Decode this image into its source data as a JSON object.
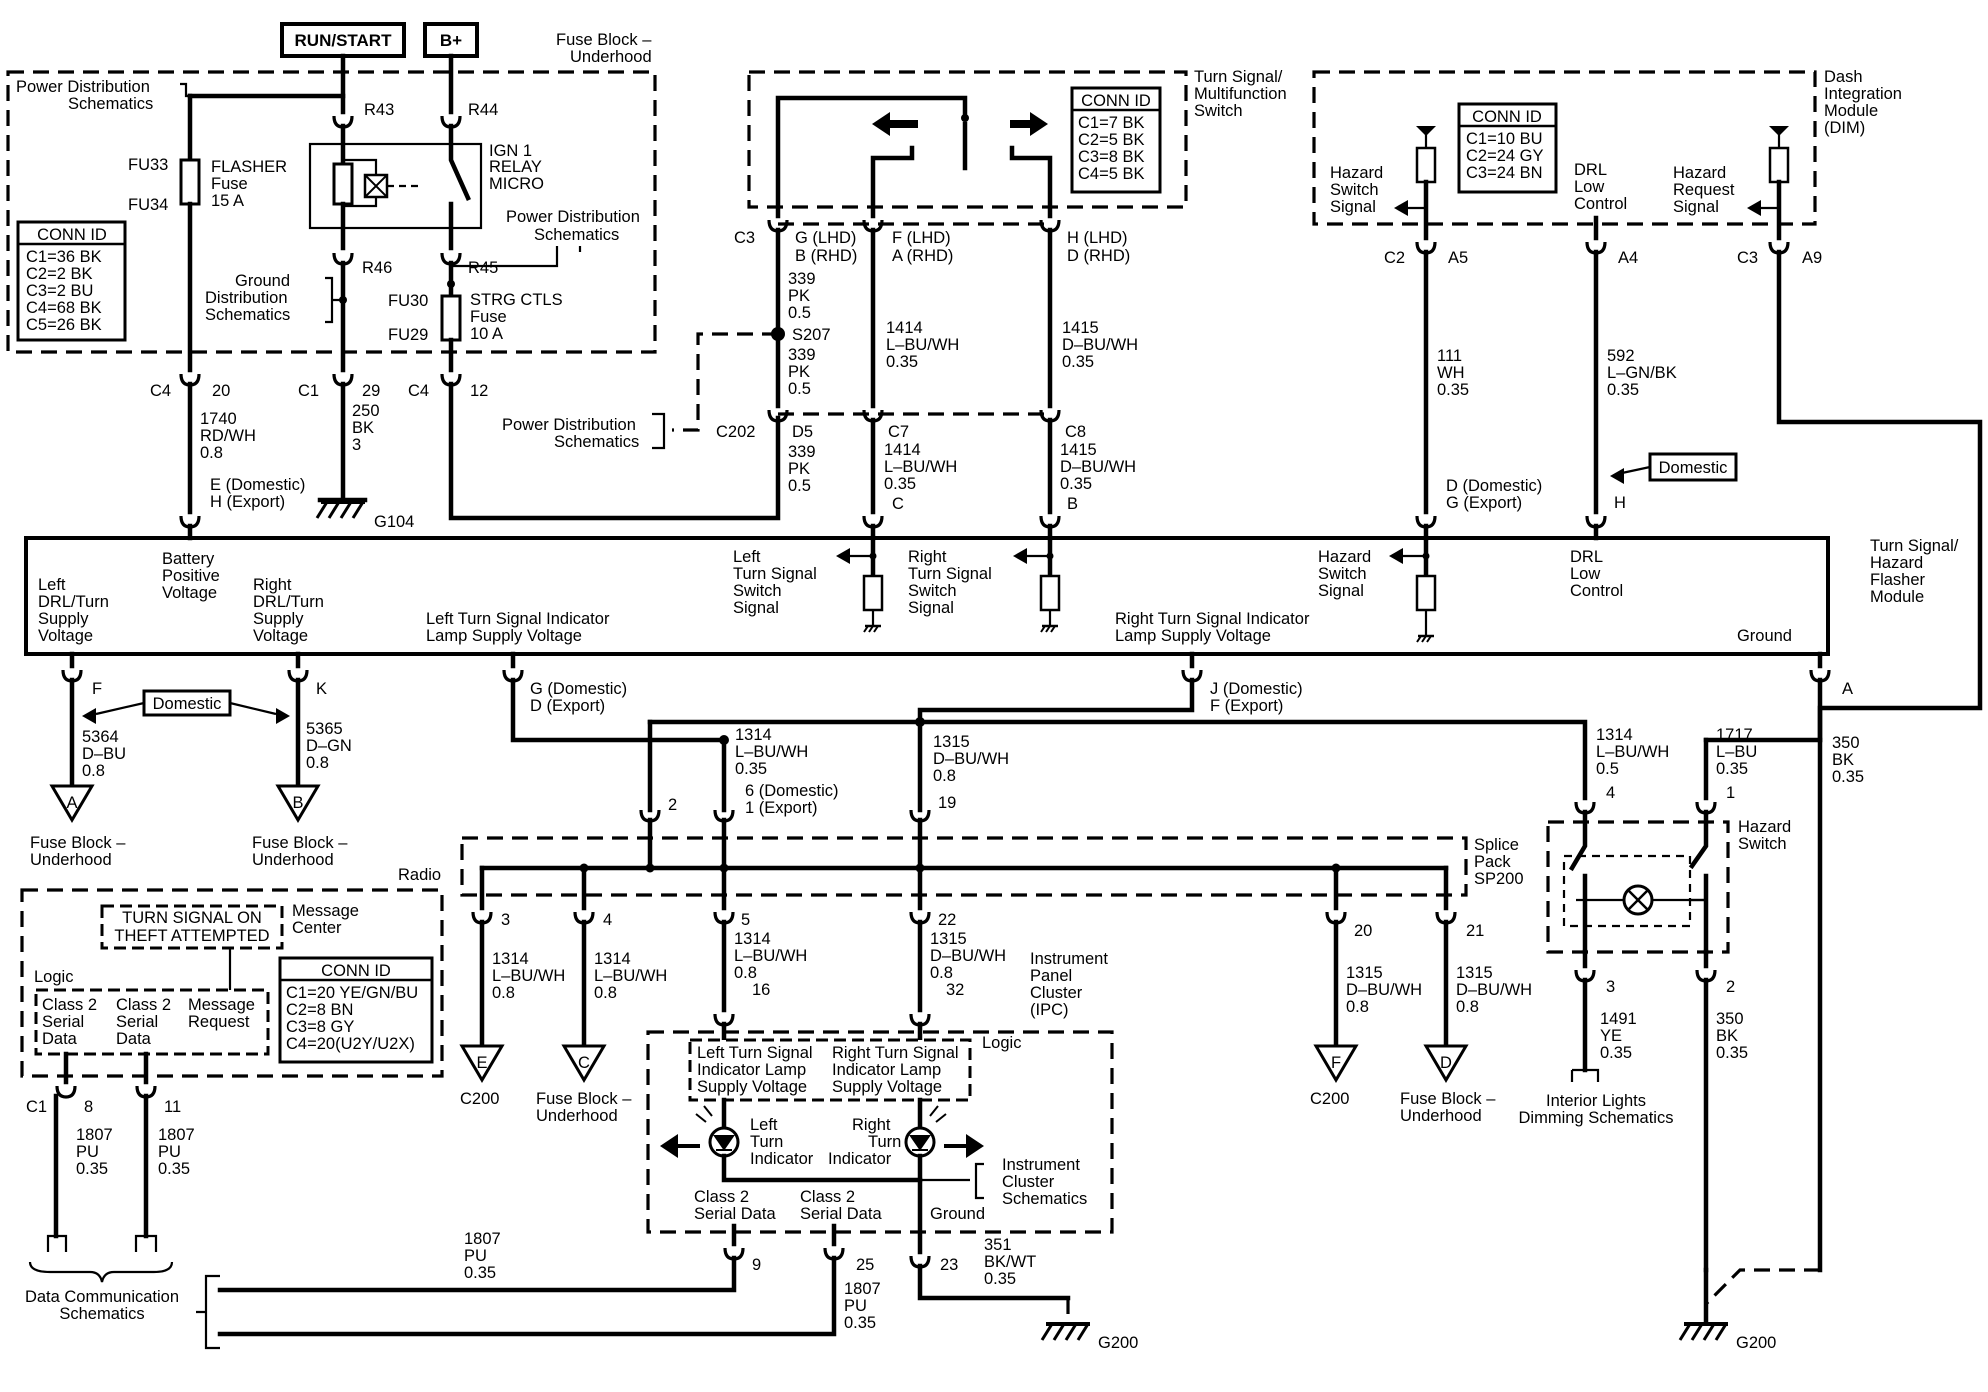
{
  "power": {
    "run_start": "RUN/START",
    "bplus": "B+"
  },
  "fuse_block": {
    "title1": "Fuse Block –",
    "title2": "Underhood",
    "pwr_dist1": "Power Distribution",
    "pwr_dist2": "Schematics",
    "r43": "R43",
    "r44": "R44",
    "r46": "R46",
    "r45": "R45",
    "fu33": "FU33",
    "fu34": "FU34",
    "flasher1": "FLASHER",
    "flasher2": "Fuse",
    "flasher3": "15 A",
    "relay1": "IGN 1",
    "relay2": "RELAY",
    "relay3": "MICRO",
    "pd2_1": "Power Distribution",
    "pd2_2": "Schematics",
    "gnd1": "Ground",
    "gnd2": "Distribution",
    "gnd3": "Schematics",
    "fu30": "FU30",
    "fu29": "FU29",
    "strg1": "STRG CTLS",
    "strg2": "Fuse",
    "strg3": "10 A",
    "conn_title": "CONN ID",
    "conn": [
      "C1=36 BK",
      "C2=2 BK",
      "C3=2 BU",
      "C4=68 BK",
      "C5=26 BK"
    ]
  },
  "fb_pins": {
    "c4a": "C4",
    "p20": "20",
    "c1": "C1",
    "p29": "29",
    "c4b": "C4",
    "p12": "12",
    "w1740a": "1740",
    "w1740b": "RD/WH",
    "w1740c": "0.8",
    "w250a": "250",
    "w250b": "BK",
    "w250c": "3",
    "e_dom": "E (Domestic)",
    "h_exp": "H (Export)",
    "g104": "G104"
  },
  "turn_switch": {
    "title1": "Turn Signal/",
    "title2": "Multifunction",
    "title3": "Switch",
    "conn_title": "CONN ID",
    "conn": [
      "C1=7 BK",
      "C2=5 BK",
      "C3=8 BK",
      "C4=5 BK"
    ],
    "c3": "C3",
    "g_lhd": "G (LHD)",
    "b_rhd": "B (RHD)",
    "f_lhd": "F (LHD)",
    "a_rhd": "A (RHD)",
    "h_lhd": "H (LHD)",
    "d_rhd": "D (RHD)",
    "w339a": "339",
    "w339b": "PK",
    "w339c": "0.5",
    "s207": "S207",
    "w339d": "339",
    "w339e": "PK",
    "w339f": "0.5",
    "w1414a": "1414",
    "w1414b": "L–BU/WH",
    "w1414c": "0.35",
    "w1415a": "1415",
    "w1415b": "D–BU/WH",
    "w1415c": "0.35",
    "pd1": "Power Distribution",
    "pd2": "Schematics",
    "c202": "C202",
    "d5": "D5",
    "c7": "C7",
    "c8": "C8",
    "w339g": "339",
    "w339h": "PK",
    "w339i": "0.5",
    "w1414d": "1414",
    "w1414e": "L–BU/WH",
    "w1414f": "0.35",
    "w1415d": "1415",
    "w1415e": "D–BU/WH",
    "w1415f": "0.35",
    "pc": "C",
    "pb": "B"
  },
  "dim": {
    "title1": "Dash",
    "title2": "Integration",
    "title3": "Module",
    "title4": "(DIM)",
    "conn_title": "CONN ID",
    "conn": [
      "C1=10 BU",
      "C2=24 GY",
      "C3=24 BN"
    ],
    "hz1": "Hazard",
    "hz2": "Switch",
    "hz3": "Signal",
    "drl1": "DRL",
    "drl2": "Low",
    "drl3": "Control",
    "hr1": "Hazard",
    "hr2": "Request",
    "hr3": "Signal",
    "c2": "C2",
    "a5": "A5",
    "a4": "A4",
    "c3": "C3",
    "a9": "A9",
    "w111a": "111",
    "w111b": "WH",
    "w111c": "0.35",
    "w592a": "592",
    "w592b": "L–GN/BK",
    "w592c": "0.35",
    "domestic": "Domestic",
    "d_dom": "D (Domestic)",
    "g_exp": "G (Export)",
    "ph": "H"
  },
  "flasher": {
    "title1": "Turn Signal/",
    "title2": "Hazard",
    "title3": "Flasher",
    "title4": "Module",
    "batt1": "Battery",
    "batt2": "Positive",
    "batt3": "Voltage",
    "ldrl1": "Left",
    "ldrl2": "DRL/Turn",
    "ldrl3": "Supply",
    "ldrl4": "Voltage",
    "rdrl1": "Right",
    "rdrl2": "DRL/Turn",
    "rdrl3": "Supply",
    "rdrl4": "Voltage",
    "lind1": "Left Turn Signal Indicator",
    "lind2": "Lamp Supply Voltage",
    "lts1": "Left",
    "lts2": "Turn Signal",
    "lts3": "Switch",
    "lts4": "Signal",
    "rts1": "Right",
    "rts2": "Turn Signal",
    "rts3": "Switch",
    "rts4": "Signal",
    "rind1": "Right Turn Signal Indicator",
    "rind2": "Lamp Supply Voltage",
    "hz1": "Hazard",
    "hz2": "Switch",
    "hz3": "Signal",
    "drl1": "DRL",
    "drl2": "Low",
    "drl3": "Control",
    "ground": "Ground"
  },
  "lower_left": {
    "pf": "F",
    "pk": "K",
    "domestic": "Domestic",
    "w5364a": "5364",
    "w5364b": "D–BU",
    "w5364c": "0.8",
    "w5365a": "5365",
    "w5365b": "D–GN",
    "w5365c": "0.8",
    "ref_a": "A",
    "ref_b": "B",
    "fba1": "Fuse Block –",
    "fba2": "Underhood",
    "fbb1": "Fuse Block –",
    "fbb2": "Underhood"
  },
  "lower_mid": {
    "g_dom": "G (Domestic)",
    "d_exp": "D (Export)",
    "j_dom": "J (Domestic)",
    "f_exp": "F (Export)",
    "w1314a": "1314",
    "w1314b": "L–BU/WH",
    "w1314c": "0.35",
    "p6dom": "6 (Domestic)",
    "p1exp": "1 (Export)",
    "p2": "2",
    "w1315a": "1315",
    "w1315b": "D–BU/WH",
    "w1315c": "0.8",
    "p19": "19",
    "w1314d": "1314",
    "w1314e": "L–BU/WH",
    "w1314f": "0.5",
    "p4": "4",
    "w1717a": "1717",
    "w1717b": "L–BU",
    "w1717c": "0.35",
    "p1": "1",
    "pa": "A",
    "w350a": "350",
    "w350b": "BK",
    "w350c": "0.35"
  },
  "splice": {
    "title1": "Splice",
    "title2": "Pack",
    "title3": "SP200",
    "p3": "3",
    "p4": "4",
    "p5": "5",
    "p22": "22",
    "p20": "20",
    "p21": "21",
    "w3a": "1314",
    "w3b": "L–BU/WH",
    "w3c": "0.8",
    "w4a": "1314",
    "w4b": "L–BU/WH",
    "w4c": "0.8",
    "w5a": "1314",
    "w5b": "L–BU/WH",
    "w5c": "0.8",
    "p16": "16",
    "w22a": "1315",
    "w22b": "D–BU/WH",
    "w22c": "0.8",
    "p32": "32",
    "w20a": "1315",
    "w20b": "D–BU/WH",
    "w20c": "0.8",
    "w21a": "1315",
    "w21b": "D–BU/WH",
    "w21c": "0.8",
    "ref_e": "E",
    "ref_c": "C",
    "ref_f": "F",
    "ref_d": "D",
    "c200a": "C200",
    "fbc1": "Fuse Block –",
    "fbc2": "Underhood",
    "c200b": "C200",
    "fbd1": "Fuse Block –",
    "fbd2": "Underhood"
  },
  "radio": {
    "title": "Radio",
    "msg1": "Message",
    "msg2": "Center",
    "turn_on": "TURN SIGNAL ON",
    "theft": "THEFT ATTEMPTED",
    "logic": "Logic",
    "c2a": "Class 2",
    "c2b": "Serial",
    "c2c": "Data",
    "c2d": "Class 2",
    "c2e": "Serial",
    "c2f": "Data",
    "mr1": "Message",
    "mr2": "Request",
    "conn_title": "CONN ID",
    "conn": [
      "C1=20 YE/GN/BU",
      "C2=8 BN",
      "C3=8 GY",
      "C4=20(U2Y/U2X)"
    ],
    "c1": "C1",
    "p8": "8",
    "p11": "11",
    "w1807a": "1807",
    "w1807b": "PU",
    "w1807c": "0.35",
    "w1807d": "1807",
    "w1807e": "PU",
    "w1807f": "0.35",
    "dcs1": "Data Communication",
    "dcs2": "Schematics"
  },
  "ipc": {
    "title1": "Instrument",
    "title2": "Panel",
    "title3": "Cluster",
    "title4": "(IPC)",
    "logic": "Logic",
    "lt1": "Left Turn Signal",
    "lt2": "Indicator Lamp",
    "lt3": "Supply Voltage",
    "rt1": "Right Turn Signal",
    "rt2": "Indicator Lamp",
    "rt3": "Supply Voltage",
    "li1": "Left",
    "li2": "Turn",
    "li3": "Indicator",
    "ri1": "Right",
    "ri2": "Turn",
    "ri3": "Indicator",
    "ics1": "Instrument",
    "ics2": "Cluster",
    "ics3": "Schematics",
    "cs1": "Class 2",
    "cs2": "Serial Data",
    "cs3": "Class 2",
    "cs4": "Serial Data",
    "ground": "Ground",
    "p9": "9",
    "p25": "25",
    "p23": "23",
    "w1807a": "1807",
    "w1807b": "PU",
    "w1807c": "0.35",
    "w1807d": "1807",
    "w1807e": "PU",
    "w1807f": "0.35",
    "w351a": "351",
    "w351b": "BK/WT",
    "w351c": "0.35",
    "g200": "G200"
  },
  "hazard_sw": {
    "title1": "Hazard",
    "title2": "Switch",
    "p3": "3",
    "p2": "2",
    "w1491a": "1491",
    "w1491b": "YE",
    "w1491c": "0.35",
    "w350a": "350",
    "w350b": "BK",
    "w350c": "0.35",
    "ild1": "Interior Lights",
    "ild2": "Dimming Schematics",
    "g200": "G200"
  }
}
